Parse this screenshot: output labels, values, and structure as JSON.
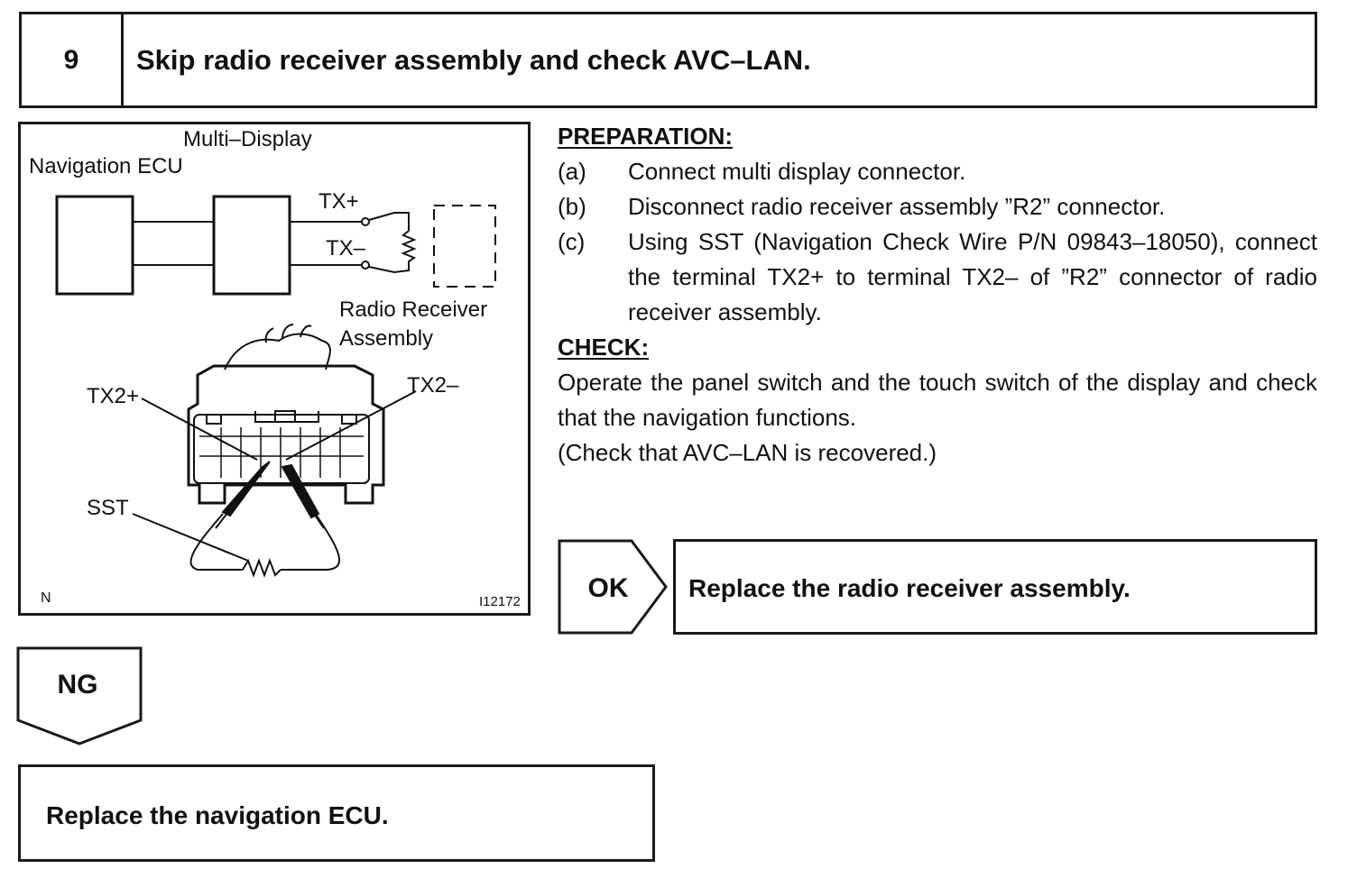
{
  "step": {
    "number": "9",
    "title": "Skip radio receiver assembly and check AVC–LAN."
  },
  "diagram": {
    "labels": {
      "multi_display": "Multi–Display",
      "navigation_ecu": "Navigation ECU",
      "tx_plus": "TX+",
      "tx_minus": "TX–",
      "radio_receiver_line1": "Radio Receiver",
      "radio_receiver_line2": "Assembly",
      "tx2_plus": "TX2+",
      "tx2_minus": "TX2–",
      "sst": "SST",
      "corner_code": "N",
      "figure_id": "I12172"
    }
  },
  "preparation": {
    "heading": "PREPARATION:",
    "steps": [
      {
        "letter": "(a)",
        "text": "Connect multi display connector."
      },
      {
        "letter": "(b)",
        "text": "Disconnect radio receiver assembly ”R2” connector."
      },
      {
        "letter": "(c)",
        "text": "Using SST (Navigation Check Wire P/N 09843–18050), connect the terminal TX2+ to terminal TX2– of ”R2” connector of radio receiver assembly."
      }
    ]
  },
  "check": {
    "heading": "CHECK:",
    "line1": "Operate the panel switch and the touch switch of the display and check that the navigation functions.",
    "line2": "(Check that AVC–LAN is recovered.)"
  },
  "results": {
    "ok_label": "OK",
    "ok_action": "Replace the radio receiver assembly.",
    "ng_label": "NG",
    "ng_action": "Replace the navigation ECU."
  }
}
